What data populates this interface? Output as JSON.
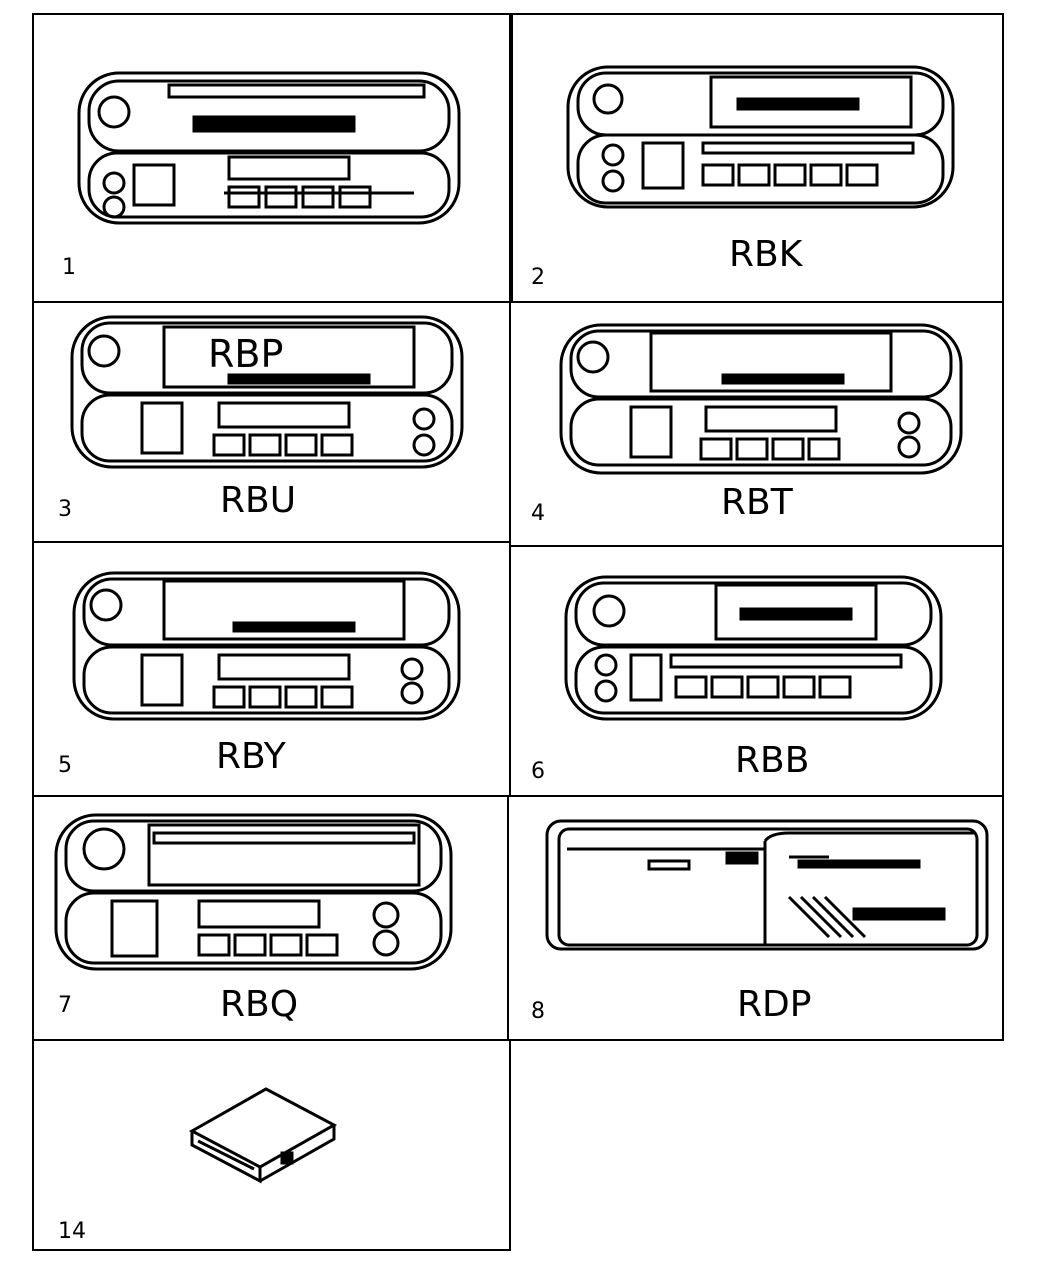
{
  "panels": [
    {
      "number": "1",
      "code": ""
    },
    {
      "number": "2",
      "code": "RBK"
    },
    {
      "number": "3",
      "code": "RBU",
      "overlay": "RBP"
    },
    {
      "number": "4",
      "code": "RBT"
    },
    {
      "number": "5",
      "code": "RBY"
    },
    {
      "number": "6",
      "code": "RBB"
    },
    {
      "number": "7",
      "code": "RBQ"
    },
    {
      "number": "8",
      "code": "RDP"
    },
    {
      "number": "14",
      "code": ""
    }
  ]
}
